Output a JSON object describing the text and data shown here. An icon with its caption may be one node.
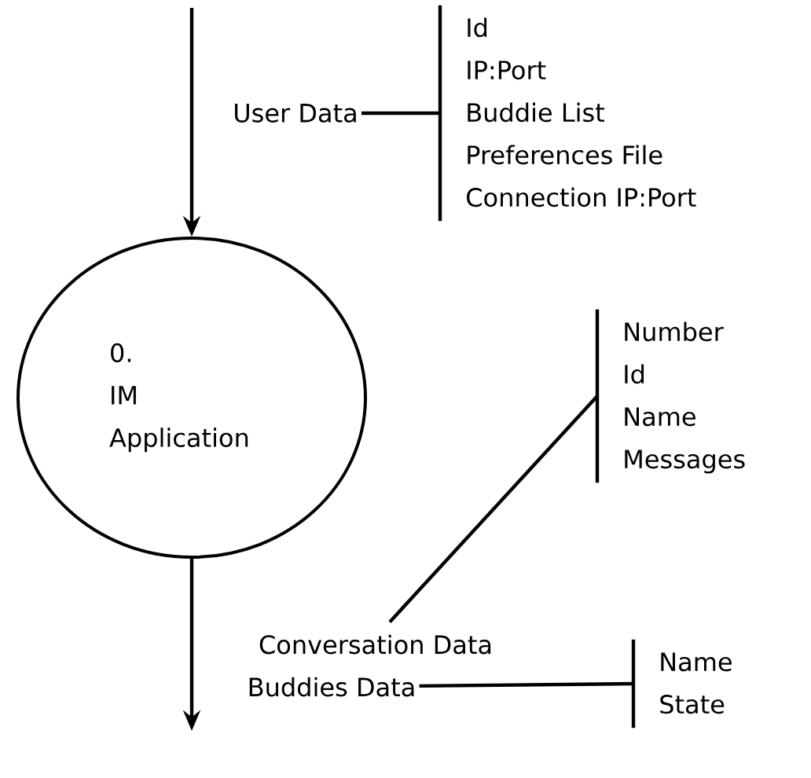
{
  "diagram": {
    "nodes": [
      {
        "text": [
          "User Data"
        ]
      },
      {
        "text": [
          "Id",
          "IP:Port",
          "Buddie List",
          "Preferences File",
          "Connection IP:Port"
        ]
      },
      {
        "text": [
          "0.",
          "IM Application"
        ]
      },
      {
        "text": [
          "Conversation Data"
        ]
      },
      {
        "text": [
          "Number",
          "Id",
          "Name",
          "Messages"
        ]
      },
      {
        "text": [
          "Buddies Data"
        ]
      },
      {
        "text": [
          "Name",
          "State"
        ]
      }
    ],
    "edges": [
      {
        "from": null,
        "to": 2,
        "arrow": "to"
      },
      {
        "from": 0,
        "to": 1,
        "arrow": "none"
      },
      {
        "from": 2,
        "to": null,
        "arrow": "to"
      },
      {
        "from": 3,
        "to": 4,
        "arrow": "none"
      },
      {
        "from": 5,
        "to": 6,
        "arrow": "none"
      }
    ]
  }
}
